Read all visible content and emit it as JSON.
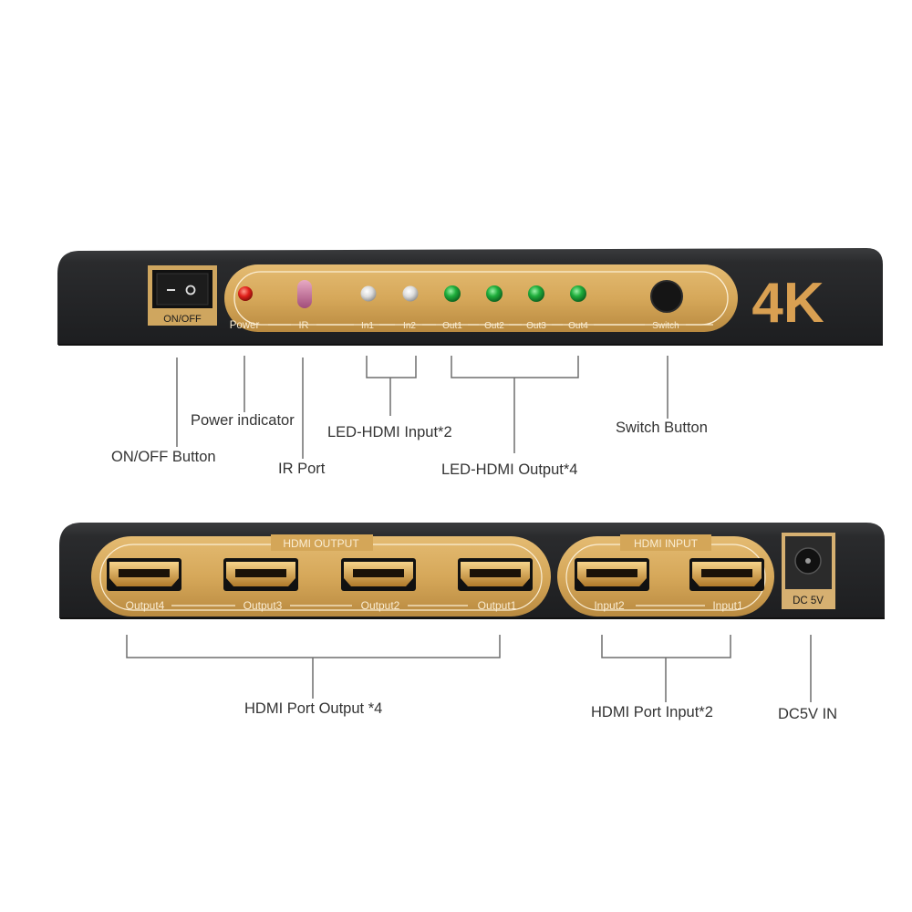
{
  "colors": {
    "device_body": "#2a2b2d",
    "panel_gold": "#d6a85a",
    "panel_text": "#fbeed4",
    "badge_gold": "#d9a052",
    "led_power": "#e0201a",
    "led_output": "#1fae3c",
    "led_input": "#e6e6e6",
    "leader_line": "#6e6e6e",
    "callout_text": "#333333"
  },
  "front_panel": {
    "switch_label": "ON/OFF",
    "power_label": "Power",
    "ir_label": "IR",
    "input_leds": [
      "In1",
      "In2"
    ],
    "output_leds": [
      "Out1",
      "Out2",
      "Out3",
      "Out4"
    ],
    "switch_button_label": "Switch",
    "badge": "4K"
  },
  "rear_panel": {
    "output_group_title": "HDMI OUTPUT",
    "output_ports": [
      "Output4",
      "Output3",
      "Output2",
      "Output1"
    ],
    "input_group_title": "HDMI INPUT",
    "input_ports": [
      "Input2",
      "Input1"
    ],
    "dc_label": "DC 5V"
  },
  "callouts": {
    "power_indicator": "Power indicator",
    "onoff_button": "ON/OFF Button",
    "ir_port": "IR Port",
    "led_input": "LED-HDMI Input*2",
    "led_output": "LED-HDMI Output*4",
    "switch_button": "Switch Button",
    "hdmi_output": "HDMI Port Output *4",
    "hdmi_input": "HDMI Port Input*2",
    "dc_in": "DC5V IN"
  }
}
